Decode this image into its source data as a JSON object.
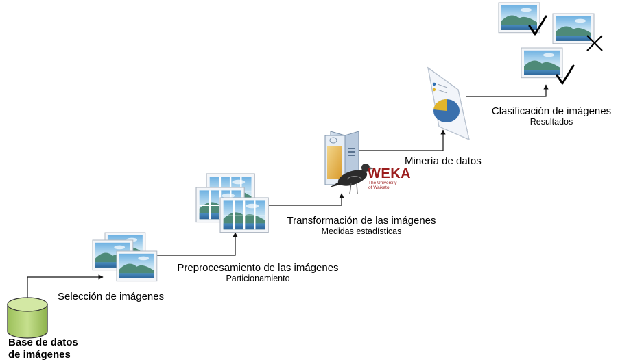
{
  "stages": {
    "database": {
      "line1": "Base de datos",
      "line2": "de imágenes"
    },
    "selection": {
      "title": "Selección de imágenes"
    },
    "preprocessing": {
      "title": "Preprocesamiento de las imágenes",
      "subtitle": "Particionamiento"
    },
    "transformation": {
      "title": "Transformación de las imágenes",
      "subtitle": "Medidas estadísticas"
    },
    "mining": {
      "title": "Minería de datos"
    },
    "classification": {
      "title": "Clasificación de imágenes",
      "subtitle": "Resultados"
    }
  },
  "weka": {
    "brand": "WEKA",
    "uni_line1": "The University",
    "uni_line2": "of Waikato"
  },
  "colors": {
    "db_fill": "#b5d27a",
    "sky": "#8ec2e6",
    "water": "#3c7fb4",
    "hills": "#4e8a78",
    "frame": "#d8dde4",
    "pie_main": "#3a70ad",
    "pie_slice": "#e1b52b",
    "server_face": "#e8b54a",
    "check_mark": "#000000"
  },
  "results": {
    "marks": [
      "check-icon",
      "cross-icon",
      "check-icon"
    ]
  }
}
